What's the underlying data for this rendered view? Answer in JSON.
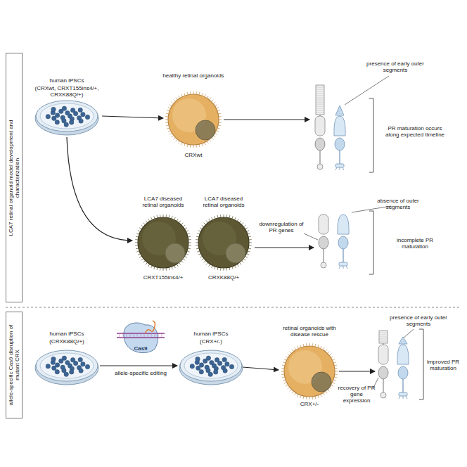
{
  "diagram": {
    "nodes": [
      {
        "text": [
          "LCA7 retinal organoid model development and characterization"
        ]
      },
      {
        "text": [
          "allele-specific Cas9 disruption of mutant CRX"
        ]
      }
    ],
    "labels": [
      "human iPSCs",
      "(CRXwt, CRXT155ins4/+, CRXK88Q/+)",
      "healthy retinal organoids",
      "CRXwt",
      "presence of early outer segments",
      "PR maturation occurs along expected timeline",
      "LCA7 diseased retinal organoids",
      "LCA7 diseased retinal organoids",
      "CRXT155ins4/+",
      "CRXK88Q/+",
      "absence of outer segments",
      "downregulation of PR genes",
      "incomplete PR maturation",
      "human iPSCs",
      "(CRXK88Q/+)",
      "Cas9",
      "allele-specific editing",
      "human iPSCs",
      "(CRX+/-)",
      "retinal organoids with disease rescue",
      "CRX+/-",
      "presence of early outer segments",
      "recovery of PR gene expression",
      "improved PR maturation"
    ]
  }
}
